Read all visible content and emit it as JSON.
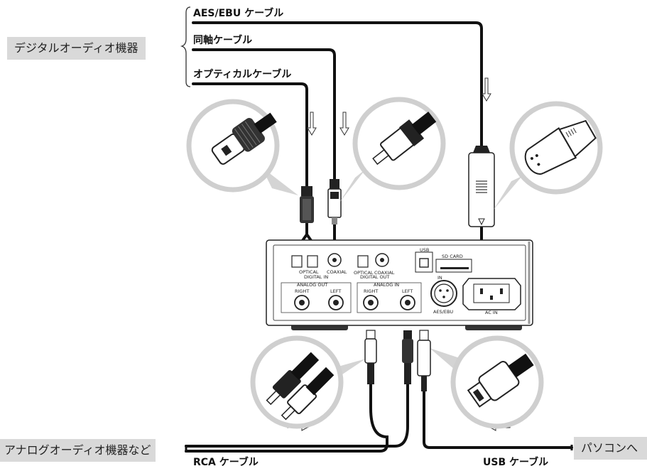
{
  "labels": {
    "digital_audio_device": "デジタルオーディオ機器",
    "analog_audio_device": "アナログオーディオ機器など",
    "to_pc": "パソコンへ"
  },
  "cables": {
    "aes_ebu": "AES/EBU ケーブル",
    "coaxial": "同軸ケーブル",
    "optical": "オプティカルケーブル",
    "rca": "RCA ケーブル",
    "usb": "USB ケーブル"
  },
  "panel": {
    "optical": "OPTICAL",
    "coaxial": "COAXIAL",
    "digital_in": "DIGITAL IN",
    "digital_out": "DIGITAL OUT",
    "analog_out": "ANALOG OUT",
    "analog_in": "ANALOG IN",
    "right": "RIGHT",
    "left": "LEFT",
    "usb": "USB",
    "sd_card": "SD CARD",
    "in": "IN",
    "aes_ebu": "AES/EBU",
    "ac_in": "AC IN"
  }
}
